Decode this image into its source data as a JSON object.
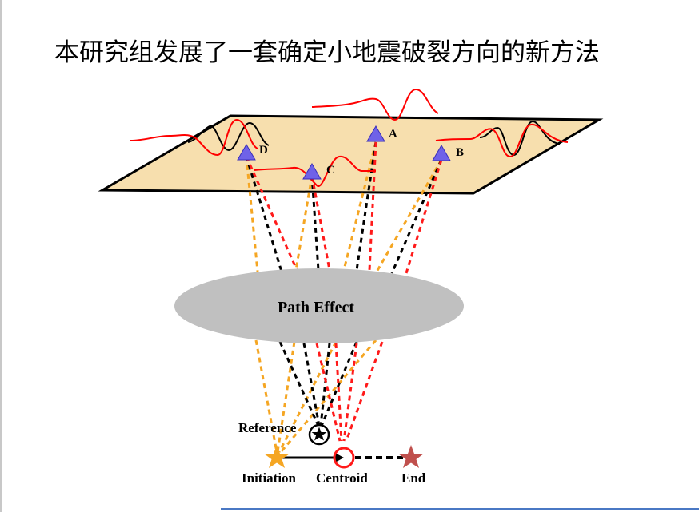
{
  "title": "本研究组发展了一套确定小地震破裂方向的新方法",
  "stations": {
    "a": "A",
    "b": "B",
    "c": "C",
    "d": "D"
  },
  "path_effect_label": "Path Effect",
  "source_labels": {
    "reference": "Reference",
    "initiation": "Initiation",
    "centroid": "Centroid",
    "end": "End"
  },
  "colors": {
    "surface_fill": "#f7dfae",
    "station_triangle": "#6f62e8",
    "path_effect_ellipse": "#c0c0c0",
    "initiation_path": "#f5a623",
    "centroid_path": "#ff1a1a",
    "reference_path": "#000000",
    "initiation_star": "#f5a623",
    "end_star": "#c0504d",
    "waveform_observed": "#000000",
    "waveform_shifted": "#ff0000"
  }
}
